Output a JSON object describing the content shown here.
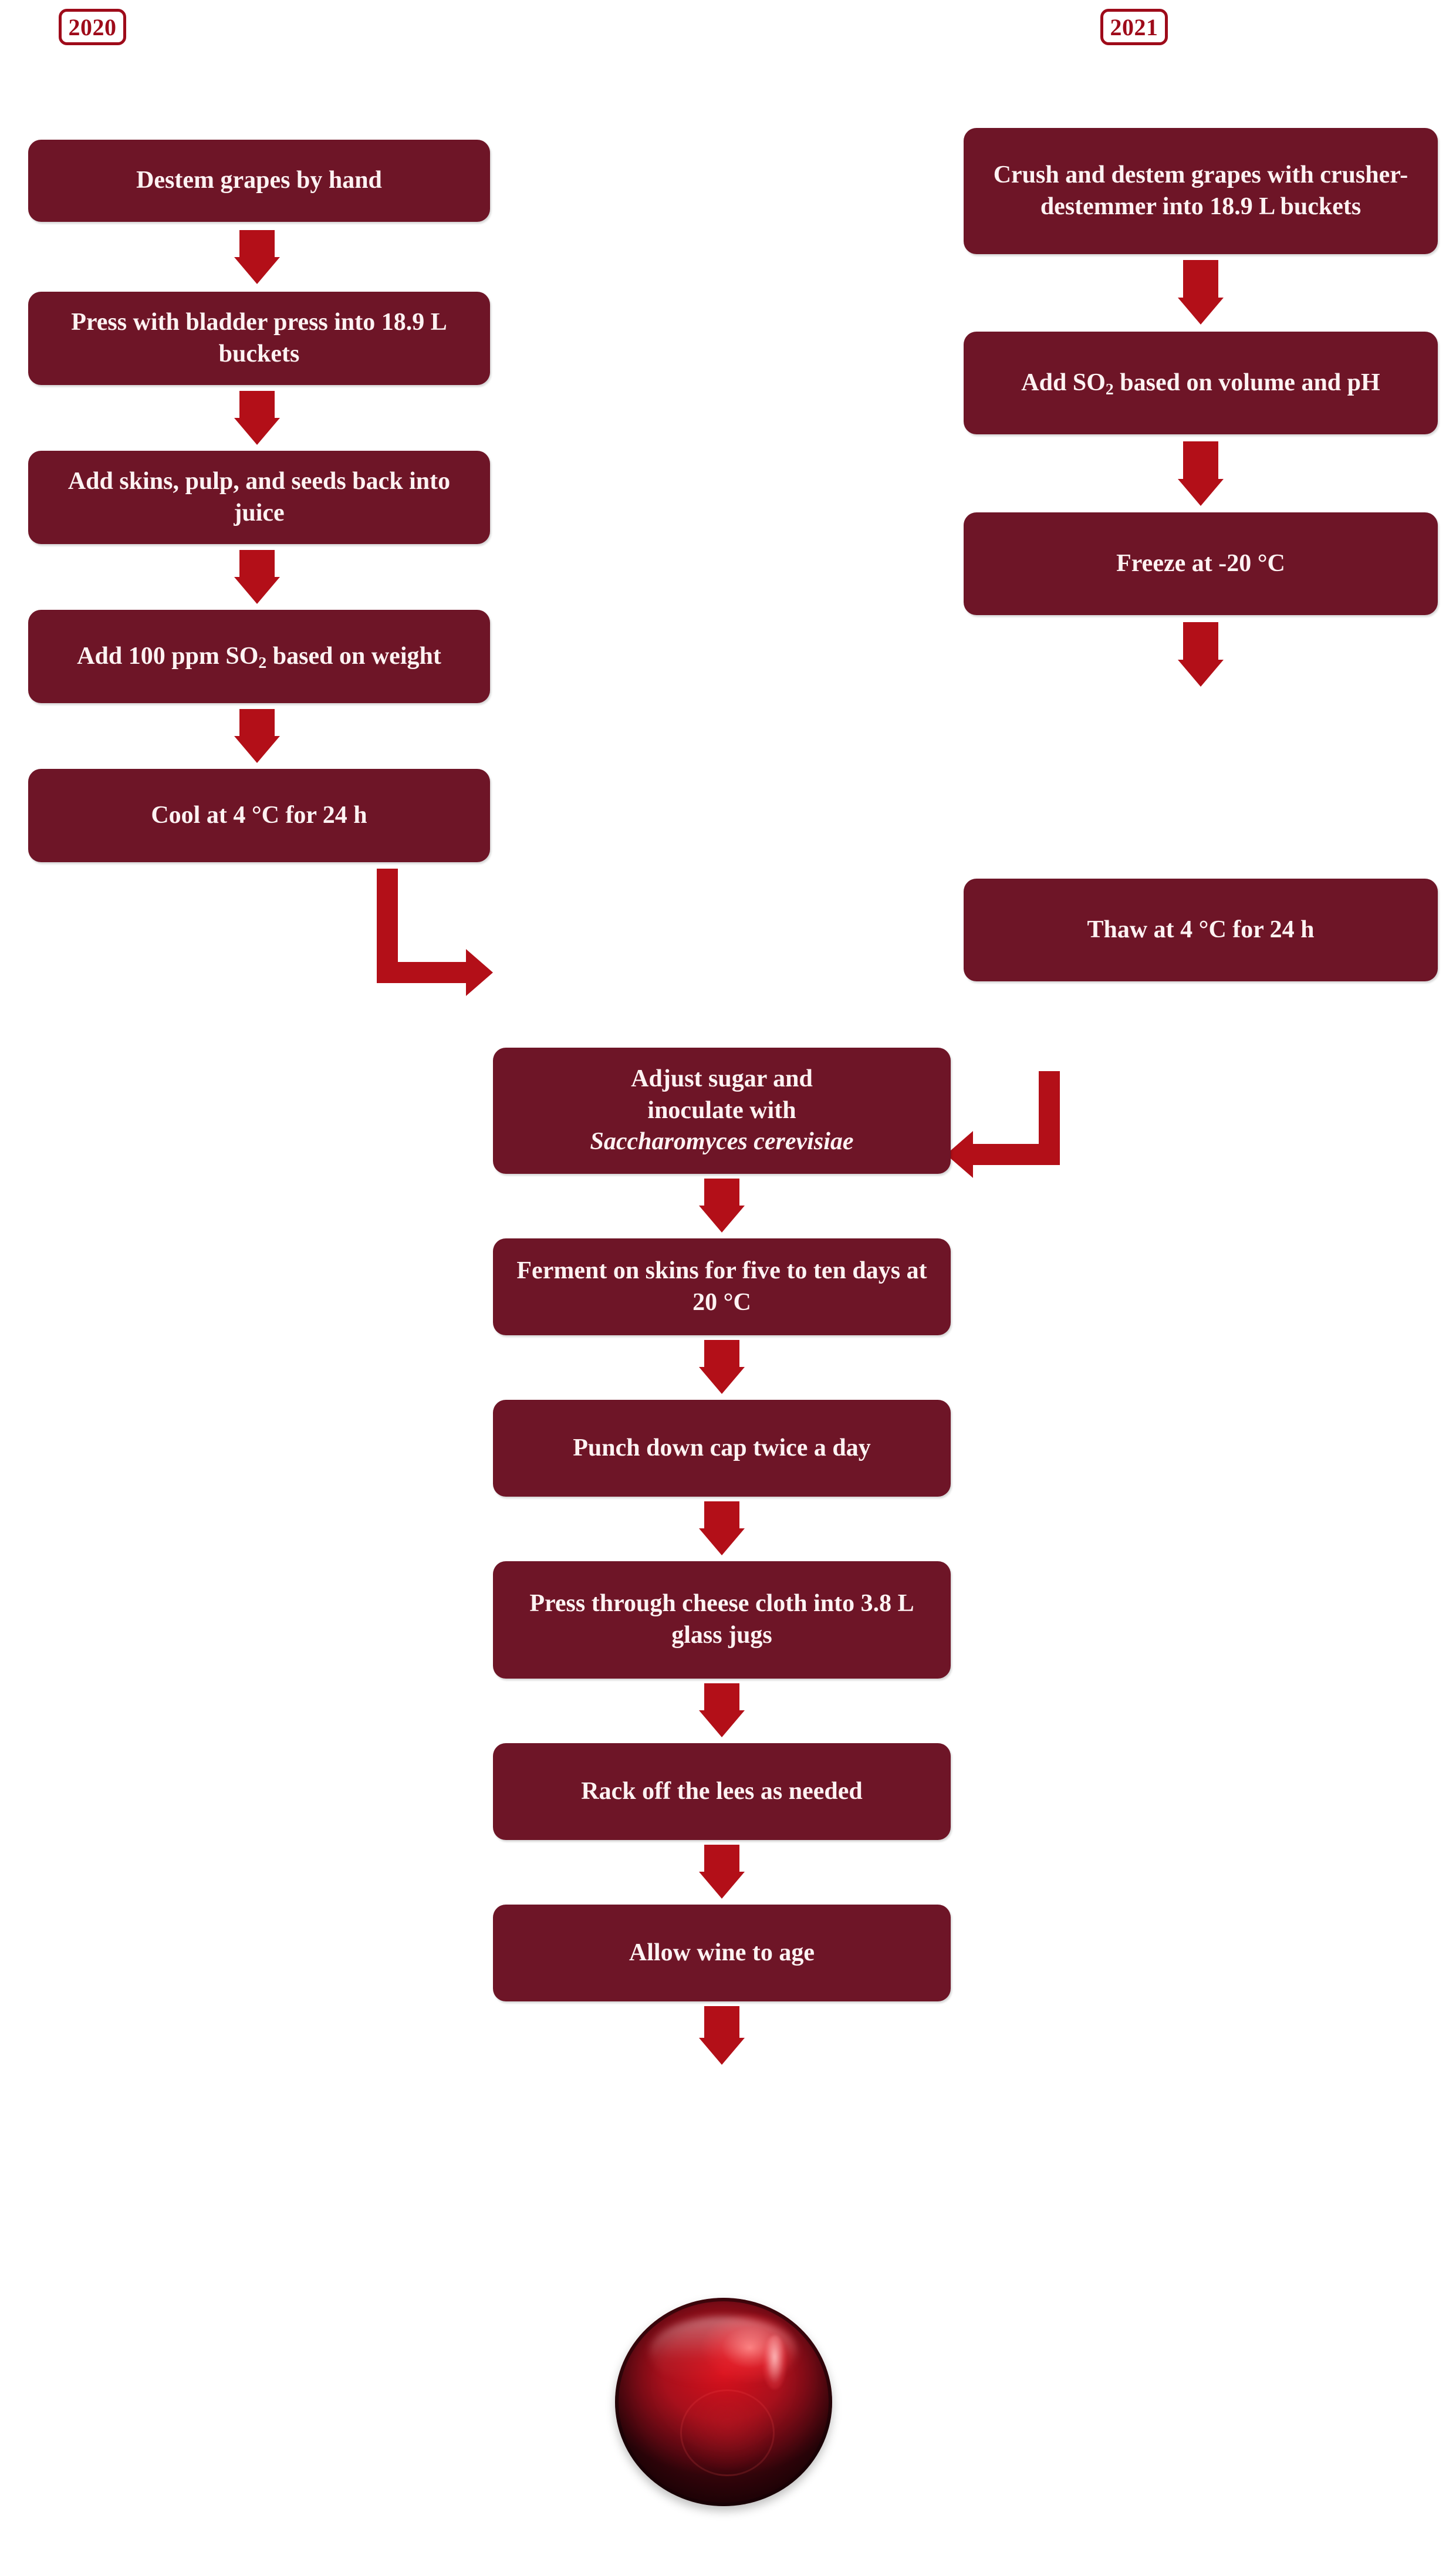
{
  "palette": {
    "box_fill": "#6e1527",
    "arrow": "#b30f18",
    "year_border": "#9e0b1a",
    "year_text": "#9e0b1a",
    "box_text": "#fdf2f2",
    "background": "#ffffff"
  },
  "columns": {
    "left": {
      "year_label": "2020"
    },
    "right": {
      "year_label": "2021"
    }
  },
  "left_branch": {
    "steps": [
      {
        "id": "destem-by-hand",
        "text": "Destem grapes by hand"
      },
      {
        "id": "bladder-press",
        "text": "Press with bladder press into 18.9 L buckets"
      },
      {
        "id": "add-skins-pulp-seeds",
        "text": "Add skins, pulp, and seeds back into juice"
      },
      {
        "id": "add-so2-weight",
        "text_before": "Add 100 ppm SO",
        "sub": "2",
        "text_after": " based on weight"
      },
      {
        "id": "cool-4c",
        "text": "Cool at 4 °C for 24 h"
      }
    ]
  },
  "right_branch": {
    "steps": [
      {
        "id": "crush-destem-machine",
        "text": "Crush and destem grapes with crusher-destemmer into 18.9 L buckets"
      },
      {
        "id": "add-so2-volume-ph",
        "text_before": "Add SO",
        "sub": "2",
        "text_after": " based on volume and pH"
      },
      {
        "id": "freeze-minus20",
        "text": "Freeze at -20 °C"
      },
      {
        "id": "thaw-4c",
        "text": "Thaw at 4 °C for 24 h"
      }
    ]
  },
  "shared_branch": {
    "steps": [
      {
        "id": "adjust-sugar-inoculate",
        "line1": "Adjust sugar and",
        "line2": "inoculate with",
        "line3_italic": "Saccharomyces cerevisiae"
      },
      {
        "id": "ferment-on-skins",
        "text": "Ferment on skins for five to ten days at 20 °C"
      },
      {
        "id": "punch-down-cap",
        "text": "Punch down cap twice a day"
      },
      {
        "id": "press-cheese-cloth",
        "text": "Press through cheese cloth into 3.8 L glass jugs"
      },
      {
        "id": "rack-off-lees",
        "text": "Rack off the lees as needed"
      },
      {
        "id": "allow-wine-age",
        "text": "Allow wine to age"
      }
    ],
    "final_output": {
      "id": "finished-wine",
      "icon": "wine-glass-top-view"
    }
  }
}
